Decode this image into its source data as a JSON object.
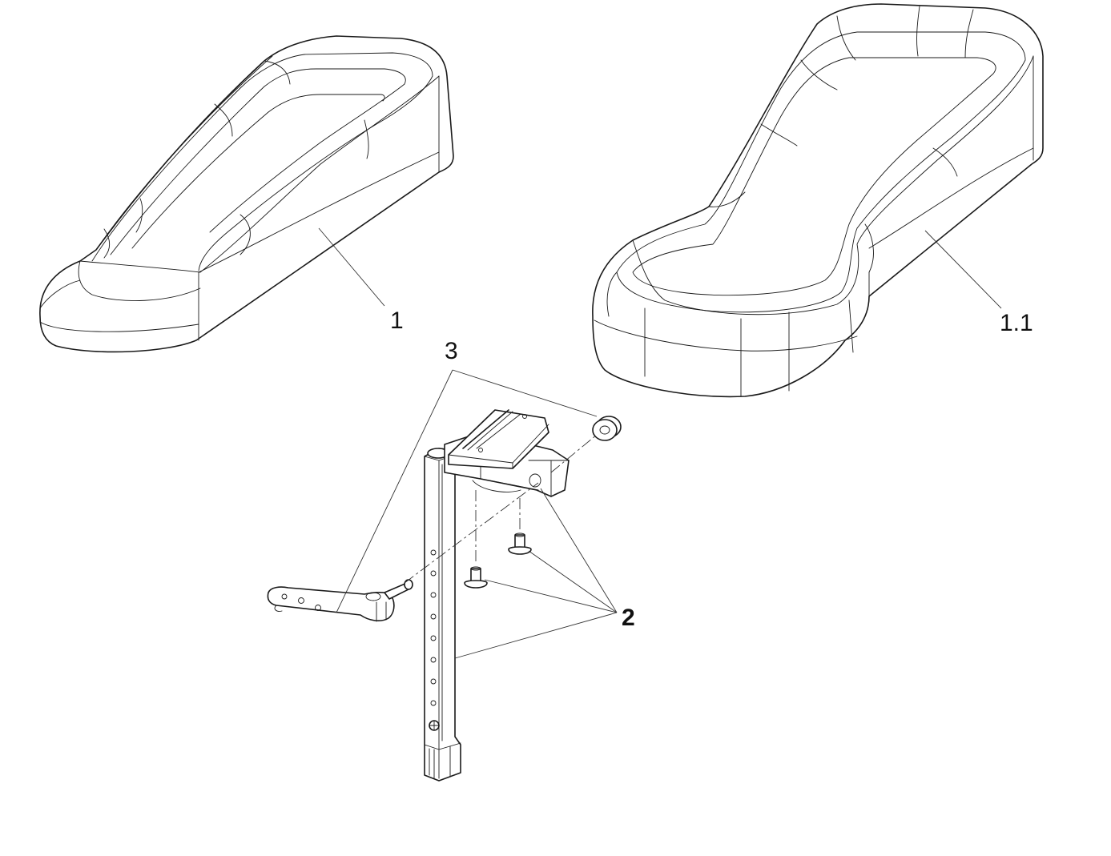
{
  "callouts": {
    "armrest_pad": "1",
    "armrest_pad_wide": "1.1",
    "mounting_hardware": "2",
    "quick_release_kit": "3"
  },
  "colors": {
    "line": "#1a1a1a",
    "background": "#ffffff"
  }
}
